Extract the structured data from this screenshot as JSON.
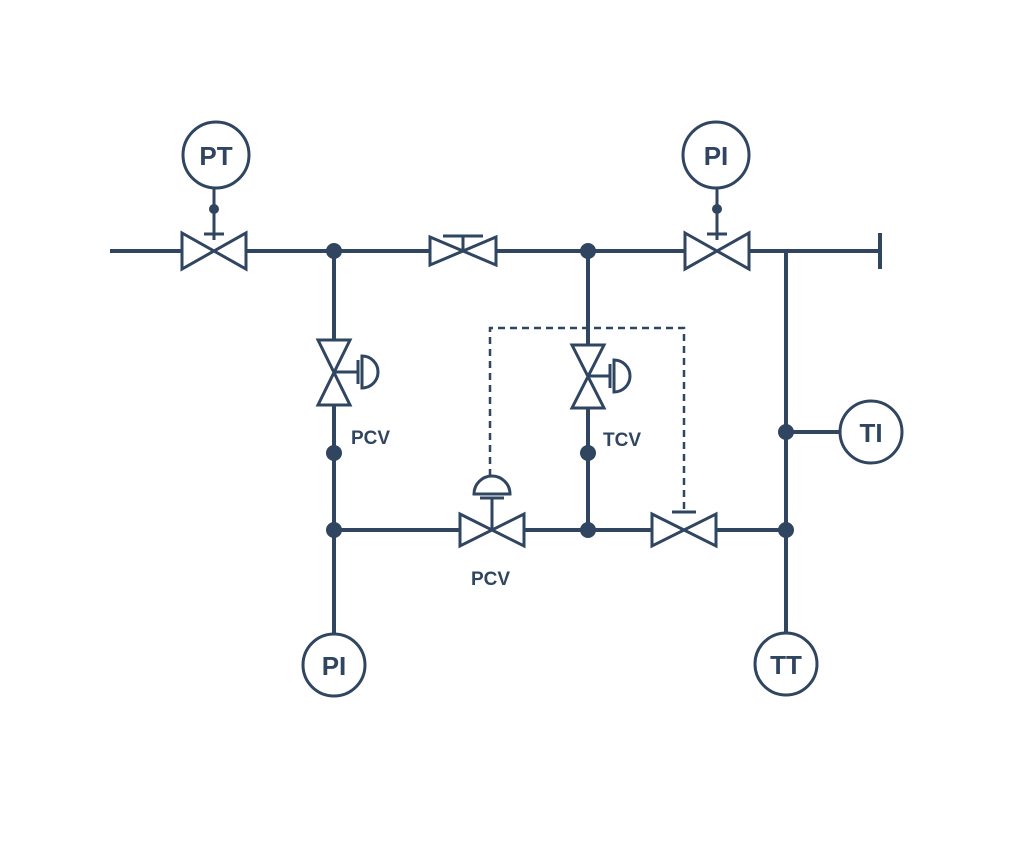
{
  "colors": {
    "line": "#2f4560",
    "background": "#ffffff"
  },
  "instruments": {
    "pt_top": "PT",
    "pi_top": "PI",
    "ti_right": "TI",
    "pi_bottom": "PI",
    "tt_bottom": "TT"
  },
  "valve_tags": {
    "pcv_vertical": "PCV",
    "tcv_vertical": "TCV",
    "pcv_bottom": "PCV"
  }
}
